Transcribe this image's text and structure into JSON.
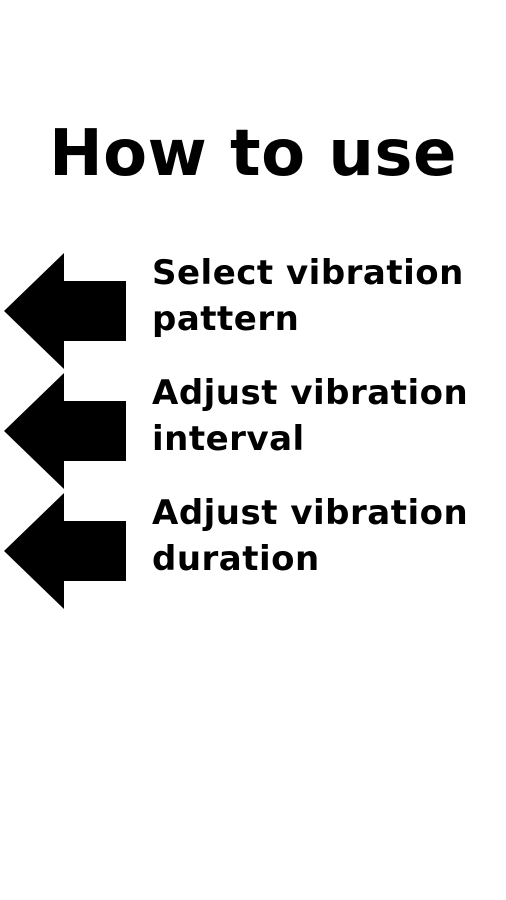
{
  "page": {
    "title": "How to use"
  },
  "instructions": [
    {
      "line1": "Select vibration",
      "line2": "pattern",
      "icon": "arrow-left-icon"
    },
    {
      "line1": "Adjust vibration",
      "line2": "interval",
      "icon": "arrow-left-icon"
    },
    {
      "line1": "Adjust vibration",
      "line2": "duration",
      "icon": "arrow-left-icon"
    }
  ],
  "colors": {
    "background": "#ffffff",
    "foreground": "#000000"
  }
}
